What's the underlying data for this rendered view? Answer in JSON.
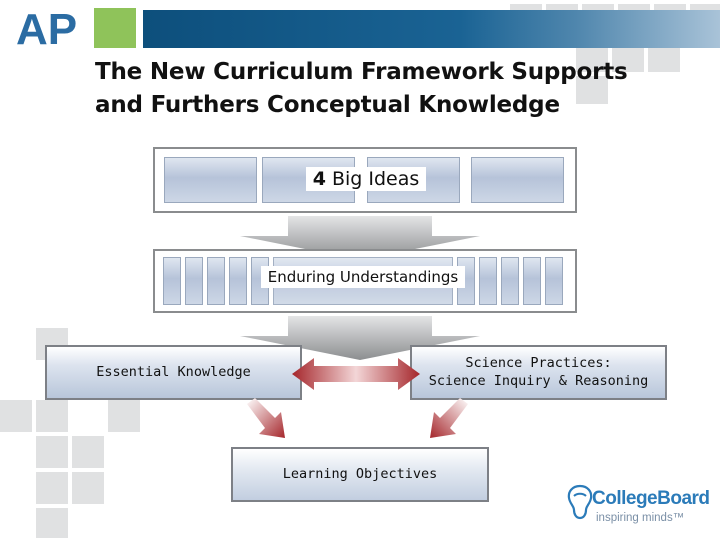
{
  "brand": {
    "ap_logo": "AP",
    "collegeboard_name": "CollegeBoard",
    "collegeboard_tagline": "inspiring minds™"
  },
  "slide": {
    "title_line1": "The New Curriculum Framework Supports",
    "title_line2": "and Furthers Conceptual Knowledge"
  },
  "diagram": {
    "big_ideas_count": "4",
    "big_ideas_label": "Big Ideas",
    "enduring_understandings": "Enduring Understandings",
    "essential_knowledge": "Essential Knowledge",
    "science_practices_line1": "Science Practices:",
    "science_practices_line2": "Science Inquiry & Reasoning",
    "learning_objectives": "Learning Objectives"
  },
  "colors": {
    "header_blue": "#0d4f7c",
    "accent_green": "#8fc35a",
    "arrow_red": "#a5262b",
    "logo_blue": "#2b6ca3"
  }
}
